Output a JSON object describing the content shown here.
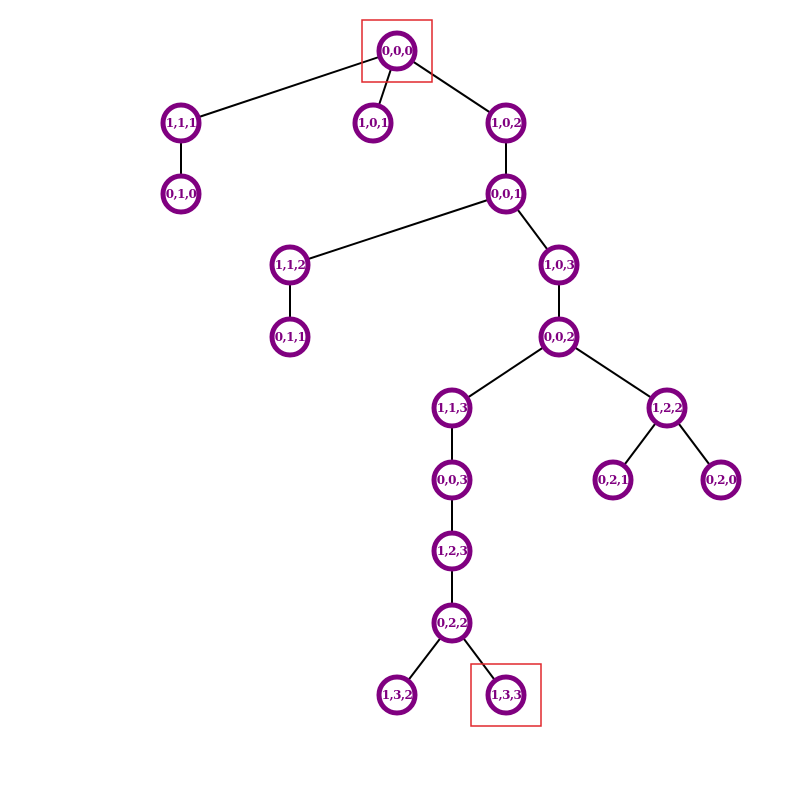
{
  "colors": {
    "node": "#800080",
    "edge": "#000000",
    "highlight": "#e0262b"
  },
  "nodes": [
    {
      "id": "n0",
      "label": "(0,0,0)"
    },
    {
      "id": "n1",
      "label": "(1,1,1)"
    },
    {
      "id": "n2",
      "label": "(1,0,1)"
    },
    {
      "id": "n3",
      "label": "(1,0,2)"
    },
    {
      "id": "n4",
      "label": "(0,1,0)"
    },
    {
      "id": "n5",
      "label": "(0,0,1)"
    },
    {
      "id": "n6",
      "label": "(1,1,2)"
    },
    {
      "id": "n7",
      "label": "(1,0,3)"
    },
    {
      "id": "n8",
      "label": "(0,1,1)"
    },
    {
      "id": "n9",
      "label": "(0,0,2)"
    },
    {
      "id": "n10",
      "label": "(1,1,3)"
    },
    {
      "id": "n11",
      "label": "(1,2,2)"
    },
    {
      "id": "n12",
      "label": "(0,0,3)"
    },
    {
      "id": "n13",
      "label": "(0,2,1)"
    },
    {
      "id": "n14",
      "label": "(0,2,0)"
    },
    {
      "id": "n15",
      "label": "(1,2,3)"
    },
    {
      "id": "n16",
      "label": "(0,2,2)"
    },
    {
      "id": "n17",
      "label": "(1,3,2)"
    },
    {
      "id": "n18",
      "label": "(1,3,3)"
    }
  ],
  "edges": [
    [
      "n0",
      "n1"
    ],
    [
      "n0",
      "n2"
    ],
    [
      "n0",
      "n3"
    ],
    [
      "n1",
      "n4"
    ],
    [
      "n3",
      "n5"
    ],
    [
      "n5",
      "n6"
    ],
    [
      "n5",
      "n7"
    ],
    [
      "n6",
      "n8"
    ],
    [
      "n7",
      "n9"
    ],
    [
      "n9",
      "n10"
    ],
    [
      "n9",
      "n11"
    ],
    [
      "n10",
      "n12"
    ],
    [
      "n11",
      "n13"
    ],
    [
      "n11",
      "n14"
    ],
    [
      "n12",
      "n15"
    ],
    [
      "n15",
      "n16"
    ],
    [
      "n16",
      "n17"
    ],
    [
      "n16",
      "n18"
    ]
  ],
  "highlighted": [
    "n0",
    "n18"
  ]
}
